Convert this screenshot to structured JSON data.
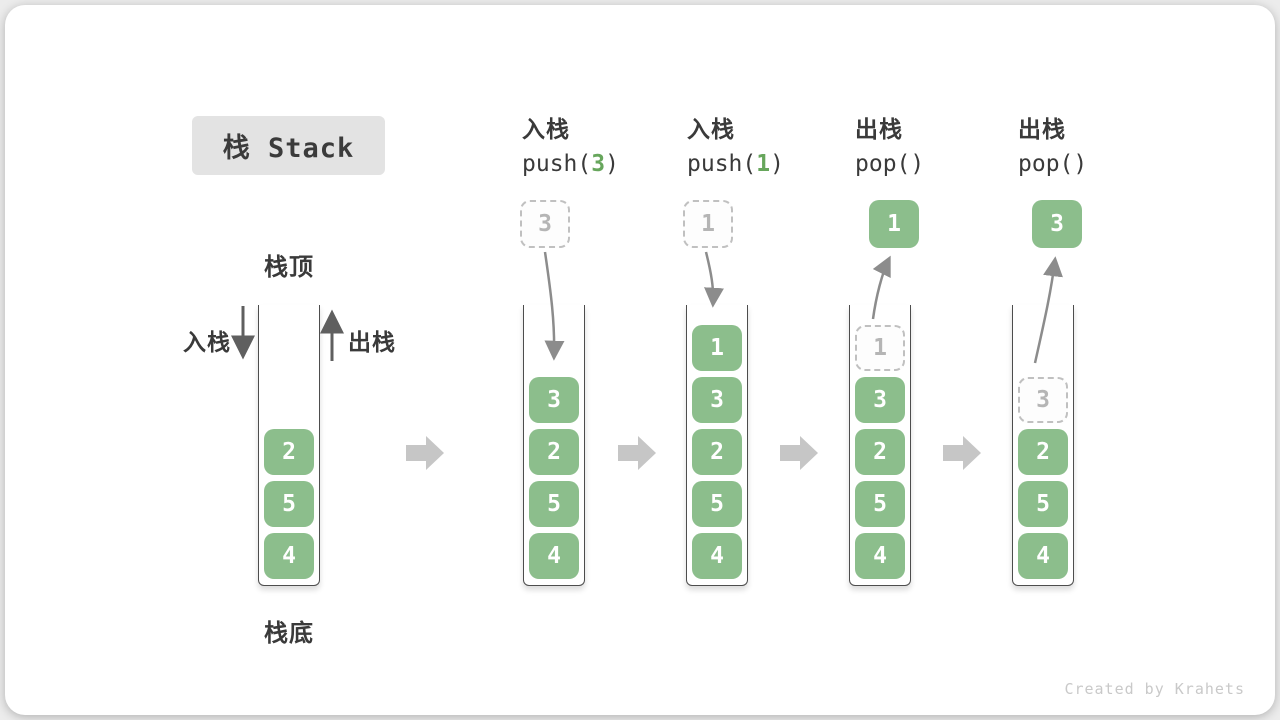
{
  "title": {
    "zh": "栈",
    "en": "Stack"
  },
  "labels": {
    "stack_top": "栈顶",
    "stack_bottom": "栈底",
    "push_side": "入栈",
    "pop_side": "出栈"
  },
  "watermark": "Created by Krahets",
  "colors": {
    "cell_green": "#8cbe8c",
    "call_arg_green": "#67a65c",
    "ghost_border": "#c0c0c0",
    "wall_gray": "#4d4d4d",
    "curved_arrow_gray": "#8c8c8c",
    "block_arrow_gray": "#c6c6c6",
    "title_bg": "#e3e3e3"
  },
  "stages": [
    {
      "cells": [
        {
          "v": "2"
        },
        {
          "v": "5"
        },
        {
          "v": "4"
        }
      ]
    },
    {
      "op_zh": "入栈",
      "call_pre": "push(",
      "call_arg": "3",
      "call_suf": ")",
      "float": {
        "v": "3",
        "style": "ghost"
      },
      "cells": [
        {
          "v": "3"
        },
        {
          "v": "2"
        },
        {
          "v": "5"
        },
        {
          "v": "4"
        }
      ]
    },
    {
      "op_zh": "入栈",
      "call_pre": "push(",
      "call_arg": "1",
      "call_suf": ")",
      "float": {
        "v": "1",
        "style": "ghost"
      },
      "cells": [
        {
          "v": "1"
        },
        {
          "v": "3"
        },
        {
          "v": "2"
        },
        {
          "v": "5"
        },
        {
          "v": "4"
        }
      ]
    },
    {
      "op_zh": "出栈",
      "call_pre": "pop(",
      "call_arg": "",
      "call_suf": ")",
      "float": {
        "v": "1",
        "style": "solid"
      },
      "cells": [
        {
          "v": "1",
          "ghost": true
        },
        {
          "v": "3"
        },
        {
          "v": "2"
        },
        {
          "v": "5"
        },
        {
          "v": "4"
        }
      ]
    },
    {
      "op_zh": "出栈",
      "call_pre": "pop(",
      "call_arg": "",
      "call_suf": ")",
      "float": {
        "v": "3",
        "style": "solid"
      },
      "cells": [
        {
          "v": "3",
          "ghost": true
        },
        {
          "v": "2"
        },
        {
          "v": "5"
        },
        {
          "v": "4"
        }
      ]
    }
  ]
}
